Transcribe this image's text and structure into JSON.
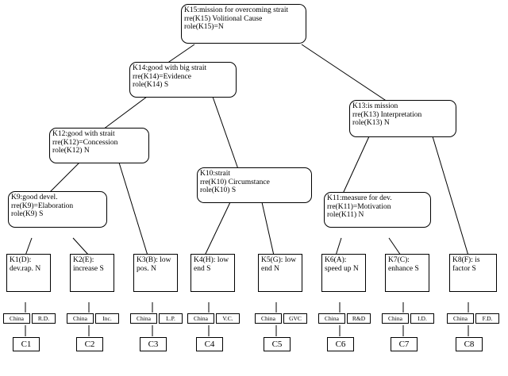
{
  "diagram": {
    "type": "rhetorical-structure-tree",
    "nodes": [
      {
        "id": "K15",
        "lines": [
          "K15:mission for overcoming strait",
          "rre(K15)  Volitional Cause",
          "role(K15)=N"
        ]
      },
      {
        "id": "K14",
        "lines": [
          "K14:good with big strait",
          "rre(K14)=Evidence",
          "role(K14)  S"
        ]
      },
      {
        "id": "K13",
        "lines": [
          "K13:is mission",
          "rre(K13)  Interpretation",
          "role(K13)  N"
        ]
      },
      {
        "id": "K12",
        "lines": [
          "K12:good with strait",
          "rre(K12)=Concession",
          "role(K12)  N"
        ]
      },
      {
        "id": "K10",
        "lines": [
          "K10:strait",
          "rre(K10)  Circumstance",
          "role(K10)  S"
        ]
      },
      {
        "id": "K11",
        "lines": [
          "K11:measure for dev.",
          "rre(K11)=Motivation",
          "role(K11) N"
        ]
      },
      {
        "id": "K9",
        "lines": [
          "K9:good devel.",
          "rre(K9)=Elaboration",
          "role(K9)  S"
        ]
      }
    ],
    "leaves": [
      {
        "id": "K1",
        "lines": [
          "K1(D):",
          "dev.rap.",
          "N"
        ]
      },
      {
        "id": "K2",
        "lines": [
          "K2(E):",
          "increase",
          "S"
        ]
      },
      {
        "id": "K3",
        "lines": [
          "K3(B):",
          "low pos.",
          "N"
        ]
      },
      {
        "id": "K4",
        "lines": [
          "K4(H):",
          "low end",
          "S"
        ]
      },
      {
        "id": "K5",
        "lines": [
          "K5(G):",
          "low end",
          "N"
        ]
      },
      {
        "id": "K6",
        "lines": [
          "K6(A):",
          "speed up",
          "N"
        ]
      },
      {
        "id": "K7",
        "lines": [
          "K7(C):",
          "enhance",
          "S"
        ]
      },
      {
        "id": "K8",
        "lines": [
          "K8(F):",
          "is factor",
          "S"
        ]
      }
    ],
    "terminal_pairs": [
      {
        "left": "China",
        "right": "R.D.",
        "label": "C1"
      },
      {
        "left": "China",
        "right": "Inc.",
        "label": "C2"
      },
      {
        "left": "China",
        "right": "L.P.",
        "label": "C3"
      },
      {
        "left": "China",
        "right": "V.C.",
        "label": "C4"
      },
      {
        "left": "China",
        "right": "GVC",
        "label": "C5"
      },
      {
        "left": "China",
        "right": "R&D",
        "label": "C6"
      },
      {
        "left": "China",
        "right": "I.D.",
        "label": "C7"
      },
      {
        "left": "China",
        "right": "F.D.",
        "label": "C8"
      }
    ]
  }
}
